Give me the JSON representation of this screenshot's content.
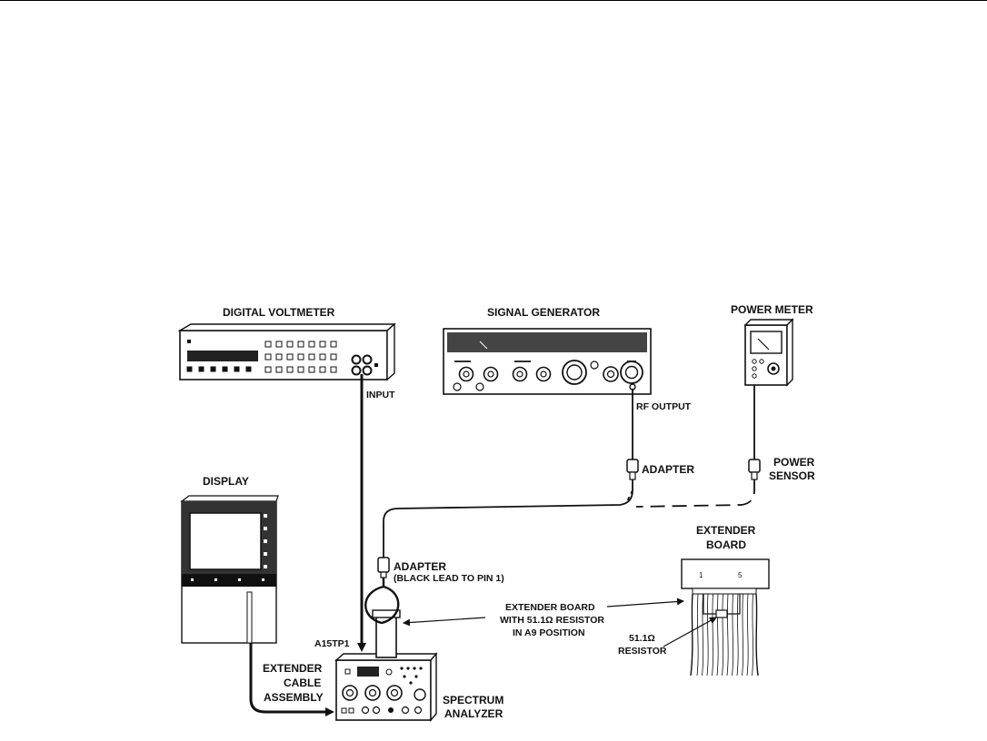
{
  "diagram": {
    "instruments": {
      "digital_voltmeter": "DIGITAL VOLTMETER",
      "signal_generator": "SIGNAL GENERATOR",
      "power_meter": "POWER METER",
      "display": "DISPLAY",
      "spectrum_analyzer": [
        "SPECTRUM",
        "ANALYZER"
      ],
      "extender_board": [
        "EXTENDER",
        "BOARD"
      ]
    },
    "labels": {
      "input": "INPUT",
      "rf_output": "RF OUTPUT",
      "adapter_upper": "ADAPTER",
      "power_sensor": [
        "POWER",
        "SENSOR"
      ],
      "adapter_lower": "ADAPTER",
      "black_lead": "(BLACK LEAD TO PIN 1)",
      "extender_board_note": [
        "EXTENDER BOARD",
        "WITH 51.1Ω RESISTOR",
        "IN A9 POSITION"
      ],
      "resistor": [
        "51.1Ω",
        "RESISTOR"
      ],
      "test_point": "A15TP1",
      "extender_cable": [
        "EXTENDER",
        "CABLE",
        "ASSEMBLY"
      ],
      "pin_1": "1",
      "pin_5": "5"
    }
  }
}
